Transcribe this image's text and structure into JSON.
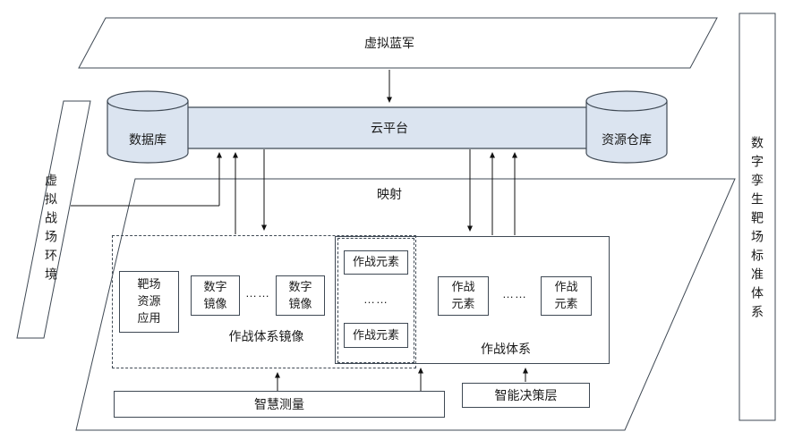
{
  "diagram": {
    "colors": {
      "node_fill": "#dbe4f0",
      "stroke": "#3f4954"
    },
    "top_band": {
      "label": "虚拟蓝军"
    },
    "cloud": {
      "label": "云平台"
    },
    "database": {
      "label": "数据库"
    },
    "repository": {
      "label": "资源仓库"
    },
    "left_panel": {
      "label": "虚拟战场环境"
    },
    "right_panel": {
      "label": "数字孪生靶场标准体系"
    },
    "mapping_label": "映射",
    "mirror_group": {
      "title": "作战体系镜像",
      "range_resource_app": "靶场\n资源\n应用",
      "digital_mirror_1": "数字\n镜像",
      "dots": "……",
      "digital_mirror_2": "数字\n镜像"
    },
    "element_stack": {
      "top": "作战元素",
      "dots": "……",
      "bottom": "作战元素"
    },
    "combat_system": {
      "title": "作战体系",
      "left": "作战\n元素",
      "dots": "……",
      "right": "作战\n元素"
    },
    "smart_measurement": {
      "label": "智慧测量"
    },
    "decision_layer": {
      "label": "智能决策层"
    }
  }
}
